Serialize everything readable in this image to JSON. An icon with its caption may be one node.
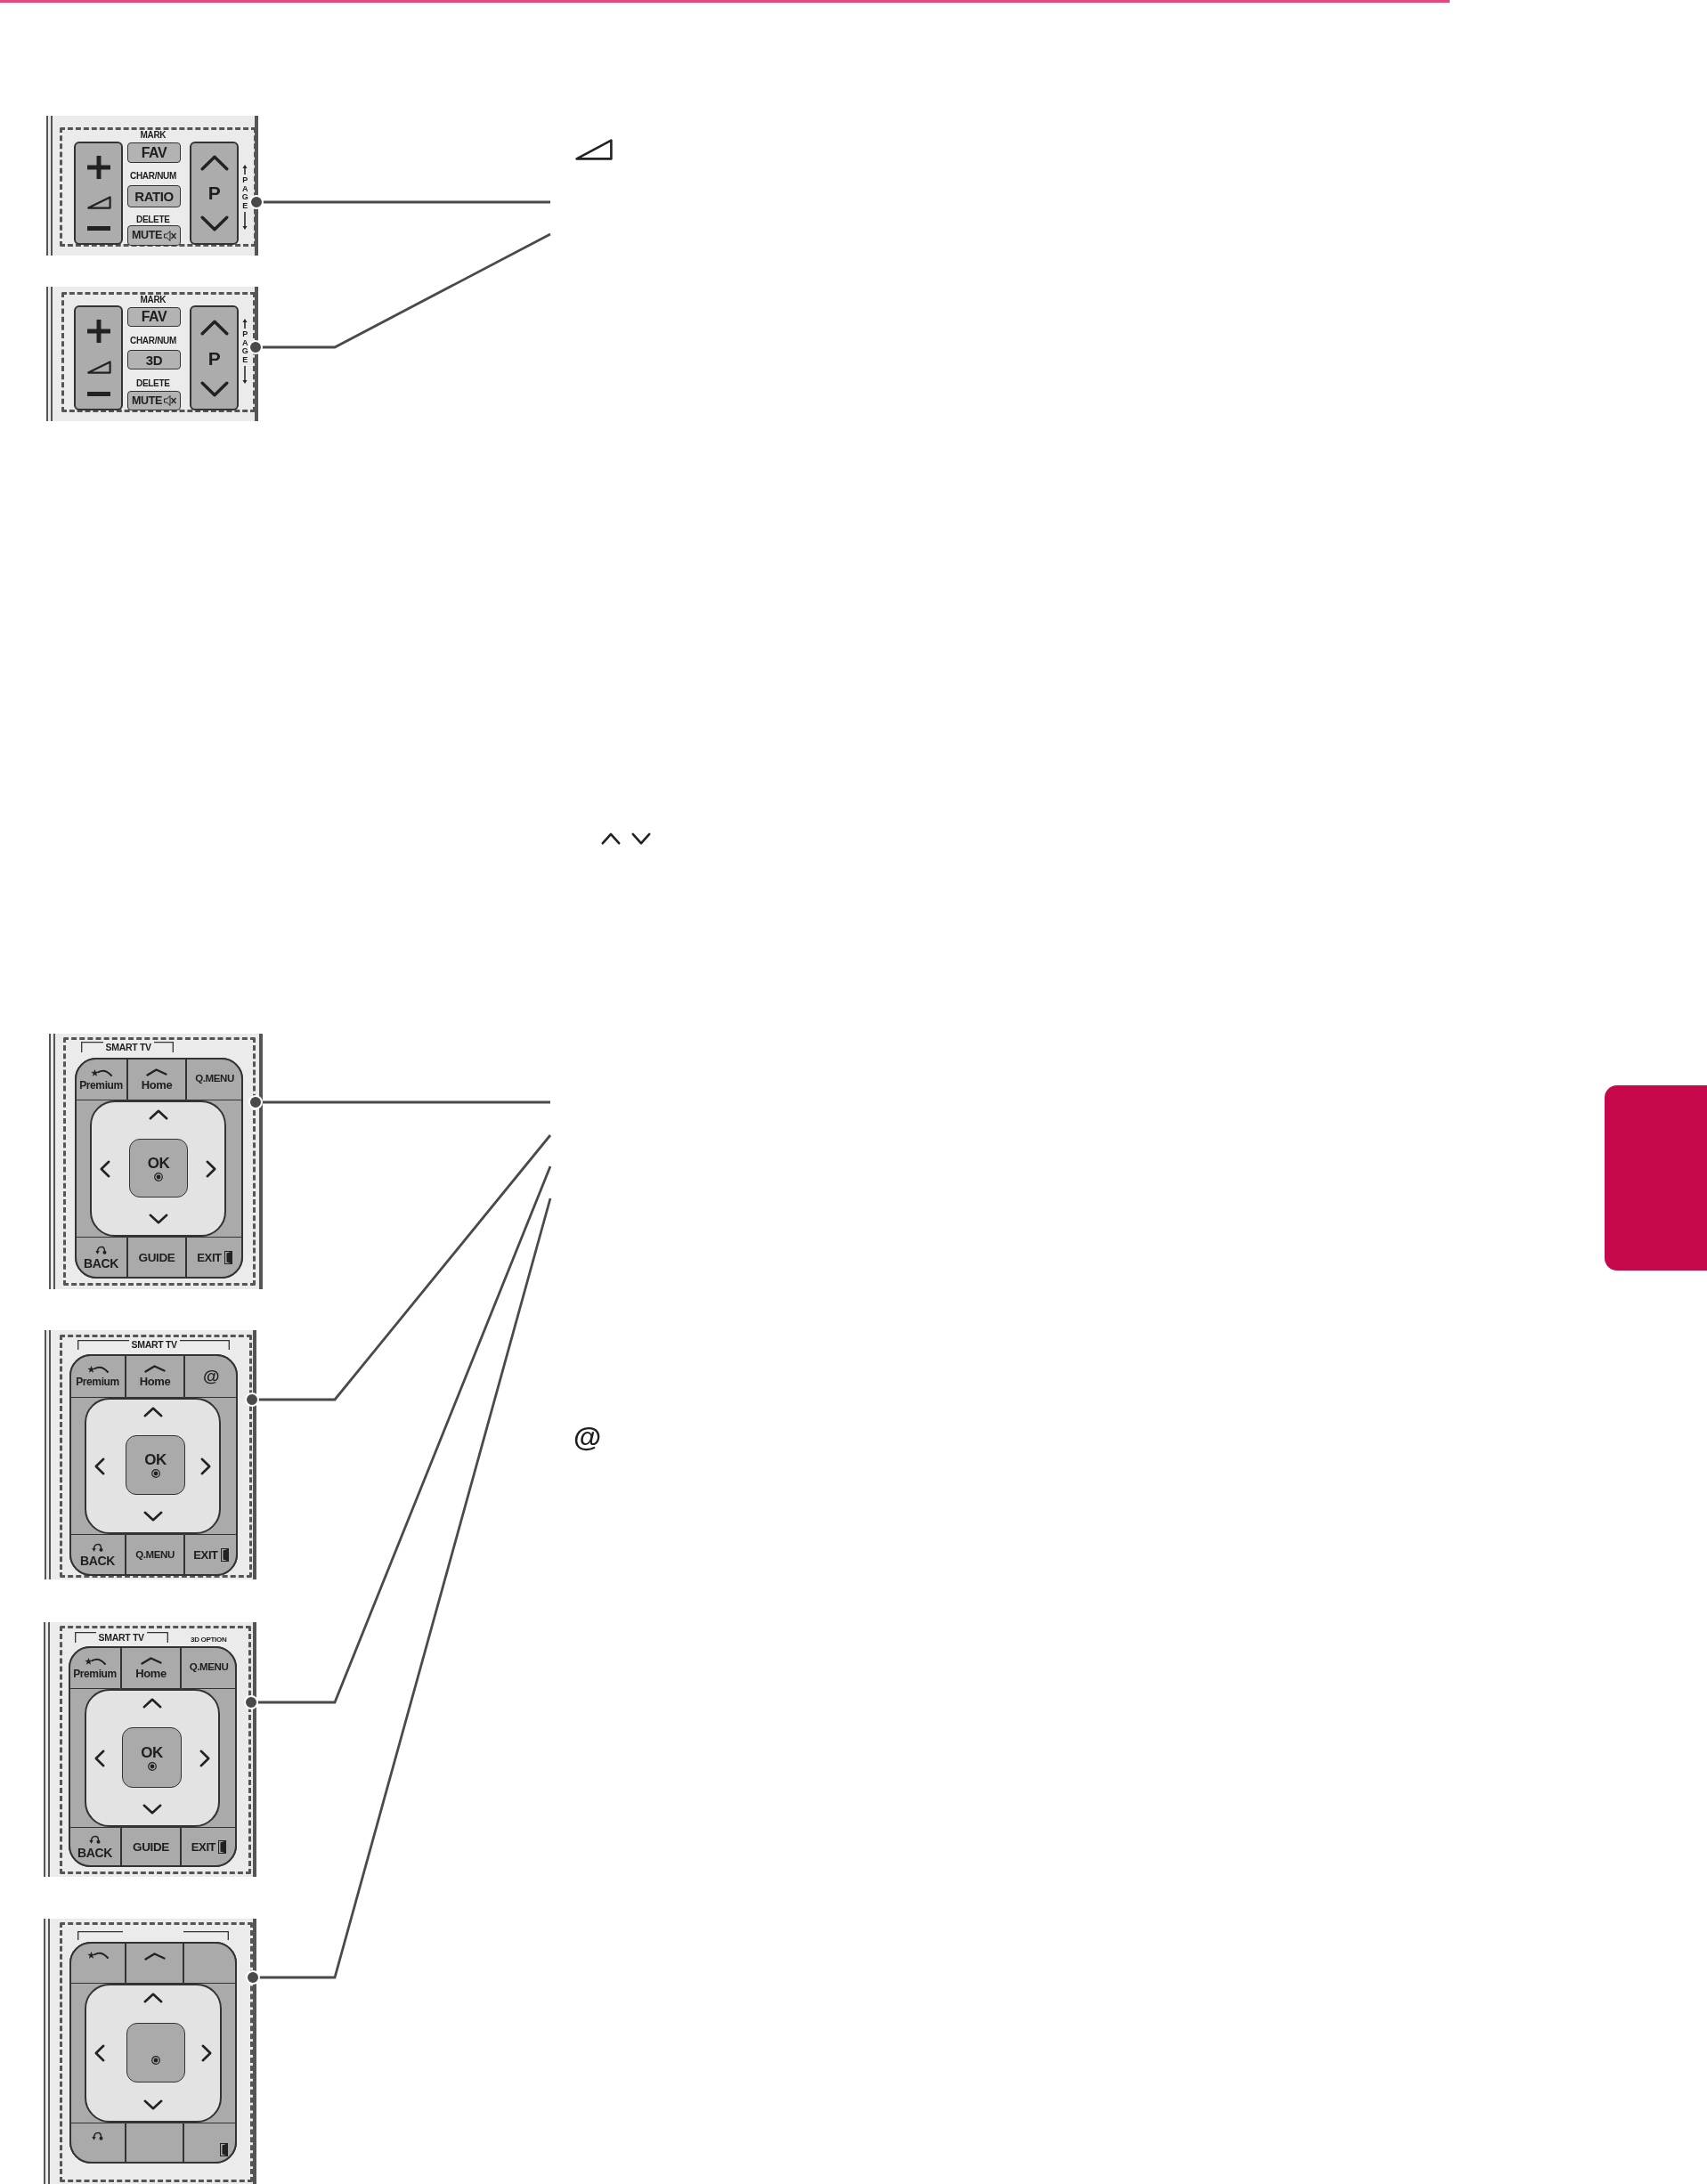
{
  "diagram": {
    "nodes": [
      {
        "text": [],
        "shape": "box"
      },
      {
        "text": [],
        "shape": "box",
        "in": 0
      },
      {
        "text": [
          "FAV"
        ],
        "beside": [
          "MARK"
        ],
        "in": 0
      },
      {
        "text": [
          "RATIO"
        ],
        "beside": [
          "CHAR/NUM"
        ],
        "in": 0
      },
      {
        "text": [
          "MUTE"
        ],
        "beside": [
          "DELETE"
        ],
        "in": 0
      },
      {
        "text": [
          "P"
        ],
        "beside": [
          "PAGE"
        ],
        "in": 0
      },
      {
        "text": [],
        "shape": "box"
      },
      {
        "text": [],
        "shape": "box",
        "in": 6
      },
      {
        "text": [
          "FAV"
        ],
        "beside": [
          "MARK"
        ],
        "in": 6
      },
      {
        "text": [
          "3D"
        ],
        "beside": [
          "CHAR/NUM"
        ],
        "in": 6
      },
      {
        "text": [
          "MUTE"
        ],
        "beside": [
          "DELETE"
        ],
        "in": 6
      },
      {
        "text": [
          "P"
        ],
        "beside": [
          "PAGE"
        ],
        "in": 6
      },
      {
        "text": [
          "SMART TV"
        ]
      },
      {
        "text": [],
        "shape": "box",
        "in": 12
      },
      {
        "text": [
          "Premium"
        ],
        "in": 13
      },
      {
        "text": [
          "Home"
        ],
        "in": 13
      },
      {
        "text": [
          "Q.MENU"
        ],
        "in": 13
      },
      {
        "text": [],
        "shape": "box",
        "in": 13
      },
      {
        "text": [
          "OK"
        ],
        "in": 17
      },
      {
        "text": [
          "BACK"
        ],
        "in": 13
      },
      {
        "text": [
          "GUIDE"
        ],
        "in": 13
      },
      {
        "text": [
          "EXIT"
        ],
        "in": 13
      },
      {
        "text": [
          "SMART TV"
        ]
      },
      {
        "text": [],
        "shape": "box",
        "in": 22
      },
      {
        "text": [
          "Premium"
        ],
        "in": 23
      },
      {
        "text": [
          "Home"
        ],
        "in": 23
      },
      {
        "text": [
          "@"
        ],
        "in": 23
      },
      {
        "text": [],
        "shape": "box",
        "in": 23
      },
      {
        "text": [
          "OK"
        ],
        "in": 27
      },
      {
        "text": [
          "BACK"
        ],
        "in": 23
      },
      {
        "text": [
          "Q.MENU"
        ],
        "in": 23
      },
      {
        "text": [
          "EXIT"
        ],
        "in": 23
      },
      {
        "text": [
          "SMART TV"
        ]
      },
      {
        "text": [],
        "shape": "box",
        "in": 32
      },
      {
        "text": [
          "Premium"
        ],
        "in": 33
      },
      {
        "text": [
          "Home"
        ],
        "in": 33
      },
      {
        "text": [
          "Q.MENU"
        ],
        "beside": [
          "3D OPTION"
        ],
        "in": 33
      },
      {
        "text": [],
        "shape": "box",
        "in": 33
      },
      {
        "text": [
          "OK"
        ],
        "in": 37
      },
      {
        "text": [
          "BACK"
        ],
        "in": 33
      },
      {
        "text": [
          "GUIDE"
        ],
        "in": 33
      },
      {
        "text": [
          "EXIT"
        ],
        "in": 33
      },
      {
        "text": [],
        "shape": "box"
      },
      {
        "text": [],
        "shape": "box",
        "in": 42
      },
      {
        "text": [],
        "shape": "box",
        "in": 43
      },
      {
        "text": [],
        "shape": "box",
        "in": 43
      },
      {
        "text": [],
        "shape": "box",
        "in": 43
      },
      {
        "text": [],
        "shape": "box",
        "in": 43
      },
      {
        "text": [],
        "shape": "box",
        "in": 47
      },
      {
        "text": [],
        "shape": "box",
        "in": 43
      },
      {
        "text": [],
        "shape": "box",
        "in": 43
      },
      {
        "text": [],
        "shape": "box",
        "in": 43
      },
      {
        "text": [],
        "shape": "box"
      }
    ],
    "edges": [
      {
        "from": 0,
        "to": null,
        "arrow": "other"
      },
      {
        "from": 6,
        "to": null,
        "arrow": "other"
      },
      {
        "from": 12,
        "to": null,
        "arrow": "other"
      },
      {
        "from": 22,
        "to": null,
        "arrow": "other"
      },
      {
        "from": 32,
        "to": null,
        "arrow": "other"
      },
      {
        "from": 42,
        "to": null,
        "arrow": "other"
      }
    ],
    "labels": [
      "@"
    ]
  }
}
